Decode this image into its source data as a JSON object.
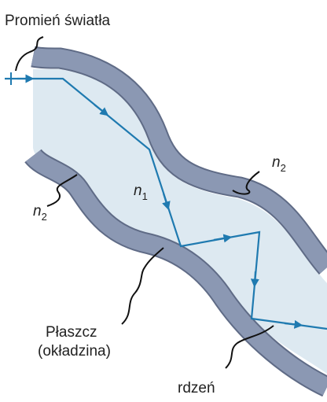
{
  "labels": {
    "light_ray": "Promień światła",
    "n1_symbol": "n",
    "n1_subscript": "1",
    "n2_symbol": "n",
    "n2_subscript": "2",
    "cladding_line1": "Płaszcz",
    "cladding_line2": "(okładzina)",
    "core": "rdzeń"
  },
  "colors": {
    "core_fill": "#dde9f1",
    "cladding_fill": "#8b98b3",
    "cladding_edge": "#5f6b86",
    "ray": "#1f7ab0",
    "pointer": "#111111",
    "text": "#222222"
  }
}
